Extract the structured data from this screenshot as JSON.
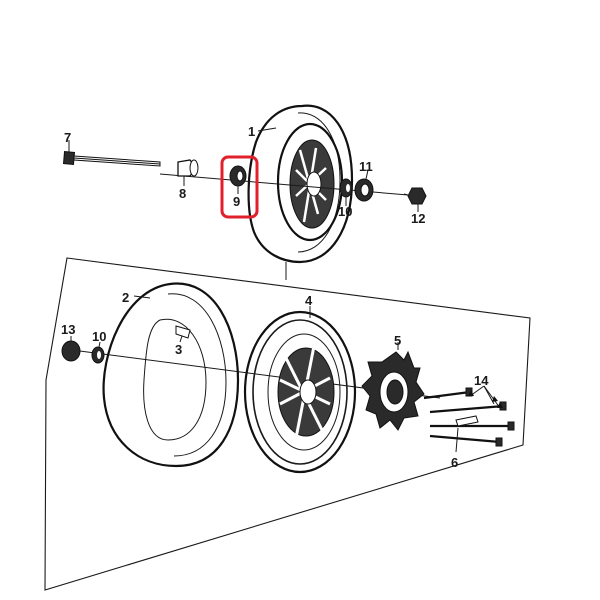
{
  "diagram": {
    "callouts": [
      {
        "id": "c1",
        "text": "1"
      },
      {
        "id": "c2",
        "text": "2"
      },
      {
        "id": "c3",
        "text": "3"
      },
      {
        "id": "c4",
        "text": "4"
      },
      {
        "id": "c5",
        "text": "5"
      },
      {
        "id": "c6",
        "text": "6"
      },
      {
        "id": "c7",
        "text": "7"
      },
      {
        "id": "c8",
        "text": "8"
      },
      {
        "id": "c9",
        "text": "9"
      },
      {
        "id": "c10a",
        "text": "10"
      },
      {
        "id": "c10b",
        "text": "10"
      },
      {
        "id": "c11",
        "text": "11"
      },
      {
        "id": "c12",
        "text": "12"
      },
      {
        "id": "c13",
        "text": "13"
      },
      {
        "id": "c14",
        "text": "14"
      }
    ],
    "highlight_part": "9",
    "colors": {
      "highlight": "#e0202a",
      "line": "#1a1a1a",
      "part_fill": "#2a2a2a",
      "background": "#ffffff"
    }
  }
}
